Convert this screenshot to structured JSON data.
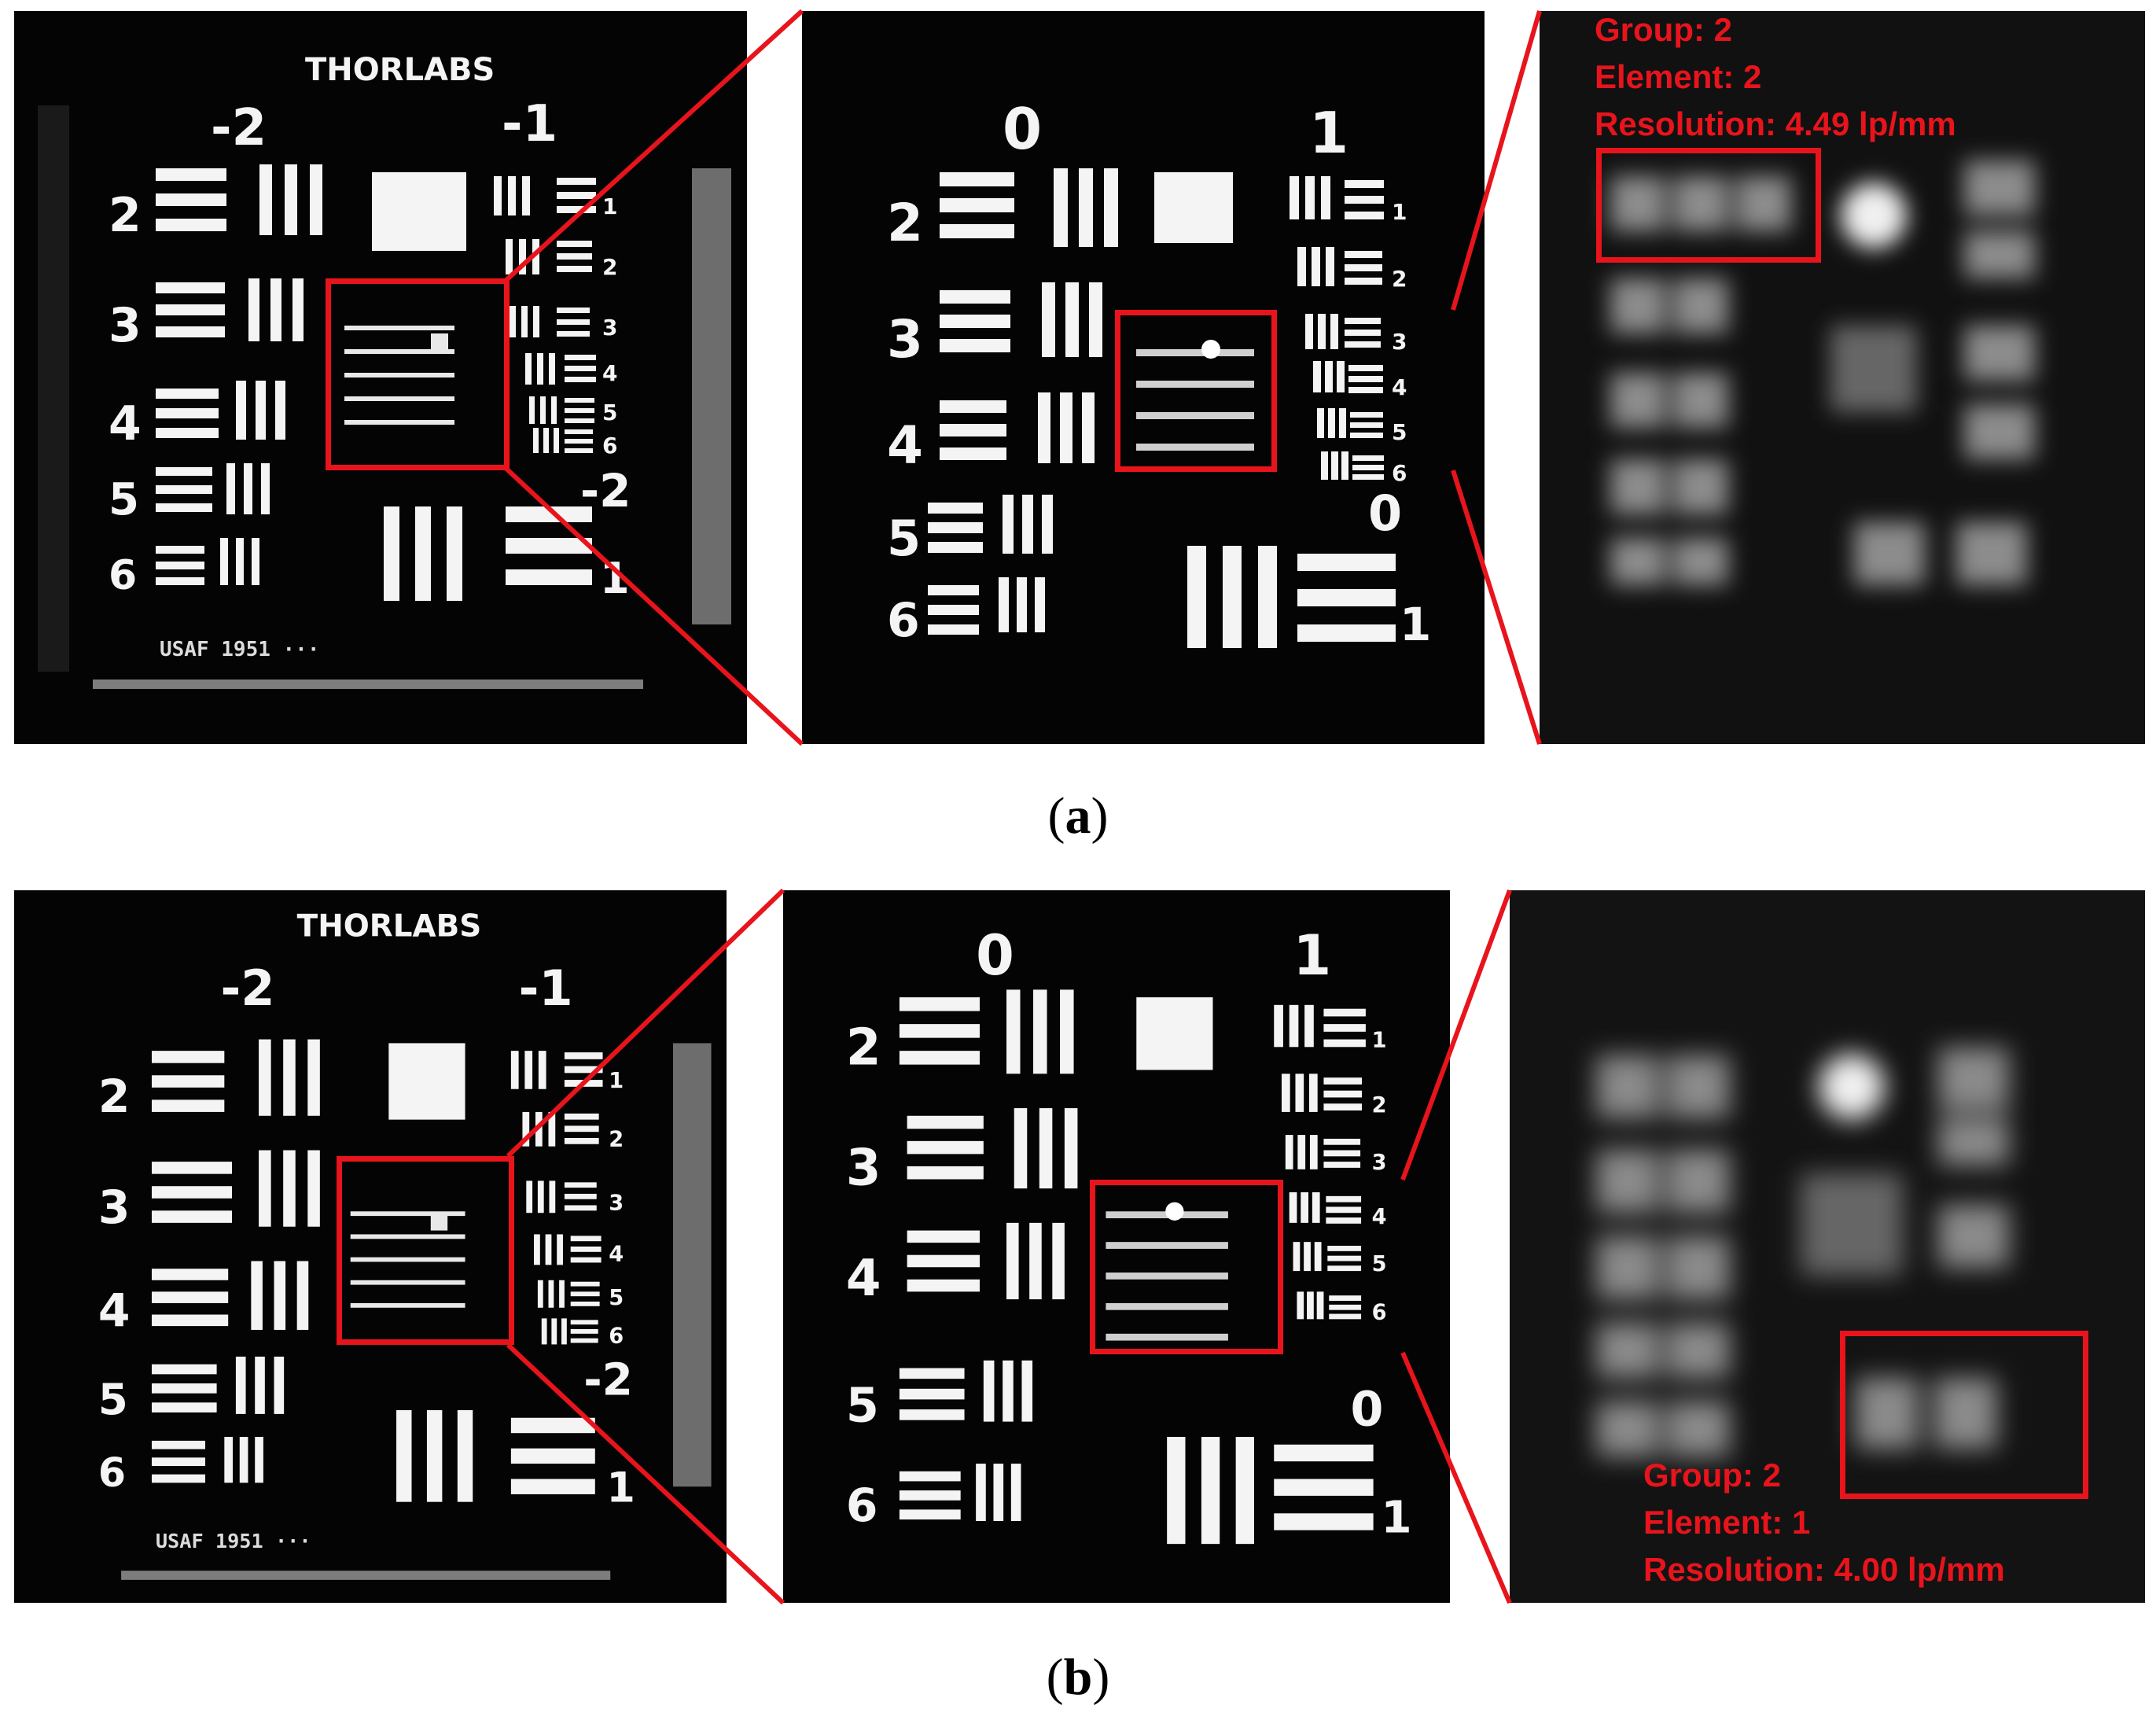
{
  "figure": {
    "row_a": {
      "caption_letter": "a",
      "wide": {
        "brand": "THORLABS",
        "group_neg2": "-2",
        "group_neg1": "-1",
        "elements": [
          "2",
          "3",
          "4",
          "5",
          "6"
        ],
        "elements_right": [
          "1",
          "2",
          "3",
          "4",
          "5",
          "6"
        ],
        "group_neg2_b": "-2",
        "el_1": "1",
        "footer_left": "USAF 1951 ···",
        "footer_right": ""
      },
      "mid": {
        "group_0": "0",
        "group_1": "1",
        "elements": [
          "2",
          "3",
          "4",
          "5",
          "6"
        ],
        "elements_right": [
          "1",
          "2",
          "3",
          "4",
          "5",
          "6"
        ],
        "group_0_b": "0",
        "el_1": "1"
      },
      "annotation": {
        "group": "Group: 2",
        "element": "Element: 2",
        "resolution": "Resolution: 4.49 lp/mm"
      }
    },
    "row_b": {
      "caption_letter": "b",
      "wide": {
        "brand": "THORLABS",
        "group_neg2": "-2",
        "group_neg1": "-1",
        "elements": [
          "2",
          "3",
          "4",
          "5",
          "6"
        ],
        "elements_right": [
          "1",
          "2",
          "3",
          "4",
          "5",
          "6"
        ],
        "group_neg2_b": "-2",
        "el_1": "1",
        "footer_left": "USAF 1951 ···",
        "footer_right": ""
      },
      "mid": {
        "group_0": "0",
        "group_1": "1",
        "elements": [
          "2",
          "3",
          "4",
          "5",
          "6"
        ],
        "elements_right": [
          "1",
          "2",
          "3",
          "4",
          "5",
          "6"
        ],
        "group_0_b": "0",
        "el_1": "1"
      },
      "annotation": {
        "group": "Group: 2",
        "element": "Element: 1",
        "resolution": "Resolution: 4.00 lp/mm"
      }
    },
    "colors": {
      "highlight_red": "#e8141c",
      "panel_bg": "#040404",
      "bars": "#f4f4f4"
    }
  }
}
